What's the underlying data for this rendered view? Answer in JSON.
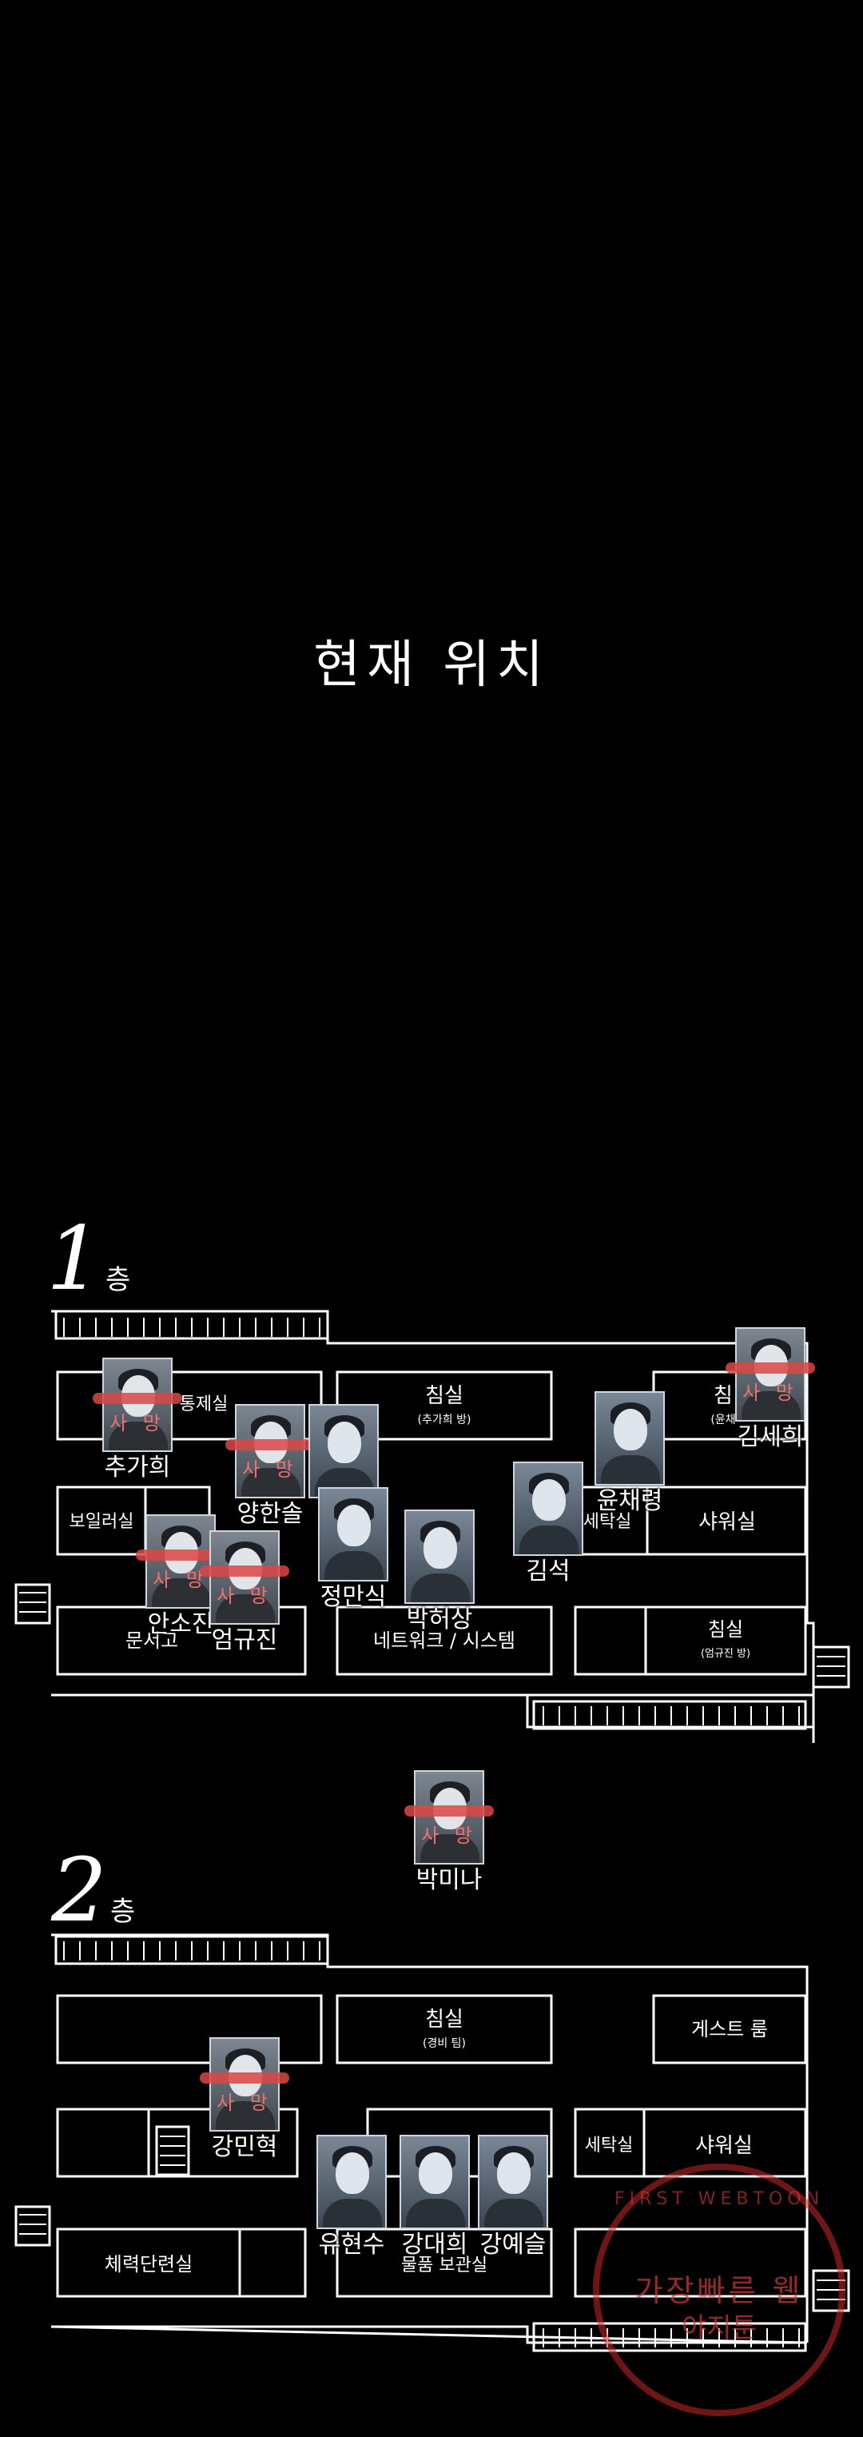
{
  "caption": "현재 위치",
  "floor1": {
    "num": "1",
    "unit": "층",
    "rooms": {
      "control": "통제실",
      "bedroom_a": "침실",
      "bedroom_a_sub": "(추가희 방)",
      "bedroom_b": "침",
      "bedroom_b_sub": "(윤채",
      "boiler": "보일러실",
      "laundry": "세탁실",
      "shower": "샤워실",
      "doc": "문서고",
      "network": "네트워크 / 시스템",
      "bedroom_c": "침실",
      "bedroom_c_sub": "(엄규진 방)"
    }
  },
  "floor2": {
    "num": "2",
    "unit": "층",
    "rooms": {
      "bedroom": "침실",
      "bedroom_sub": "(경비 팀)",
      "guest": "게스트 룸",
      "laundry": "세탁실",
      "shower": "샤워실",
      "gym": "체력단련실",
      "storage": "물품 보관실"
    }
  },
  "dead_label": "사 망",
  "characters": [
    {
      "name": "추가희",
      "dead": true
    },
    {
      "name": "양한솔",
      "dead": true
    },
    {
      "name": "정만식",
      "dead": false
    },
    {
      "name": "박허상",
      "dead": false
    },
    {
      "name": "김석",
      "dead": false
    },
    {
      "name": "윤채령",
      "dead": false
    },
    {
      "name": "김세희",
      "dead": true
    },
    {
      "name": "안소진",
      "dead": true
    },
    {
      "name": "엄규진",
      "dead": true
    },
    {
      "name": "박미나",
      "dead": true
    },
    {
      "name": "강민혁",
      "dead": true
    },
    {
      "name": "유현수",
      "dead": false
    },
    {
      "name": "강대희",
      "dead": false
    },
    {
      "name": "강예슬",
      "dead": false
    }
  ],
  "watermark": {
    "top": "FIRST WEBTOON",
    "line1": "가장빠른 웹",
    "line2": "야지툰"
  },
  "colors": {
    "background": "#000000",
    "dead_bar": "#dc4646",
    "line": "#ffffff"
  }
}
